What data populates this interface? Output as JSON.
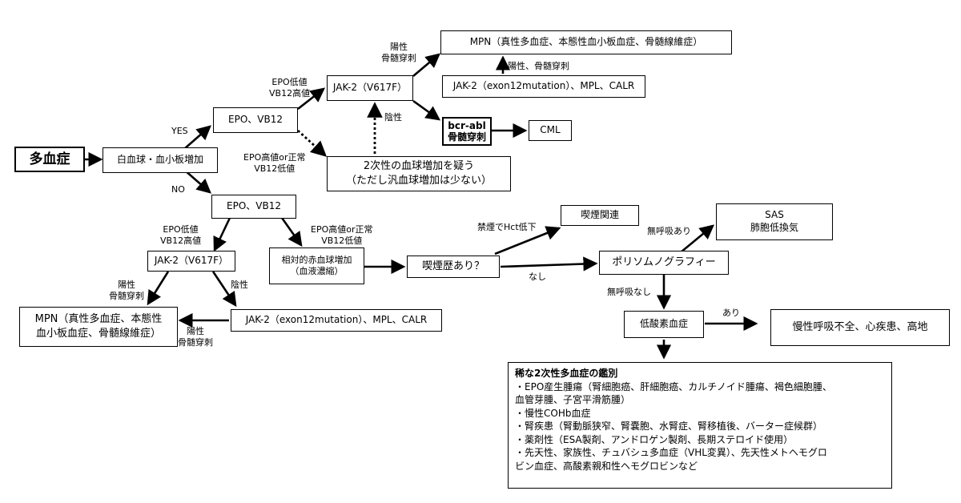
{
  "nodes": {
    "polycythemia": "多血症",
    "wbc_plt": "白血球・血小板増加",
    "epo_vb12_top": "EPO、VB12",
    "epo_vb12_bottom": "EPO、VB12",
    "jak2_top": "JAK-2（V617F）",
    "jak2_bottom": "JAK-2（V617F）",
    "mpn_top": "MPN（真性多血症、本態性血小板血症、骨髄線維症）",
    "jak2_exon_top": "JAK-2（exon12mutation）、MPL、CALR",
    "jak2_exon_bottom": "JAK-2（exon12mutation）、MPL、CALR",
    "bcr_abl_line1": "bcr-abl",
    "bcr_abl_line2": "骨髄穿刺",
    "cml": "CML",
    "secondary_line1": "2次性の血球増加を疑う",
    "secondary_line2": "（ただし汎血球増加は少ない）",
    "relative_line1": "相対的赤血球増加",
    "relative_line2": "（血液濃縮）",
    "mpn_bottom_line1": "MPN（真性多血症、本態性",
    "mpn_bottom_line2": "血小板血症、骨髄線維症）",
    "smoking_q": "喫煙歴あり？",
    "smoking_related": "喫煙関連",
    "psg": "ポリソムノグラフィー",
    "sas_line1": "SAS",
    "sas_line2": "肺胞低換気",
    "hypoxemia": "低酸素血症",
    "chronic": "慢性呼吸不全、心疾患、高地"
  },
  "edge_labels": {
    "yes": "YES",
    "no": "NO",
    "epo_low_top_1": "EPO低値",
    "epo_low_top_2": "VB12高値",
    "epo_high_top_1": "EPO高値or正常",
    "epo_high_top_2": "VB12低値",
    "pos_bm_top_1": "陽性",
    "pos_bm_top_2": "骨髄穿刺",
    "pos_bm_exon_top": "陽性、骨髄穿刺",
    "negative_top": "陰性",
    "epo_low_bot_1": "EPO低値",
    "epo_low_bot_2": "VB12高値",
    "epo_high_bot_1": "EPO高値or正常",
    "epo_high_bot_2": "VB12低値",
    "pos_bm_bot_1": "陽性",
    "pos_bm_bot_2": "骨髄穿刺",
    "negative_bot": "陰性",
    "pos_bm_exon_bot_1": "陽性",
    "pos_bm_exon_bot_2": "骨髄穿刺",
    "quit_smoking": "禁煙でHct低下",
    "none": "なし",
    "apnea_yes": "無呼吸あり",
    "apnea_no": "無呼吸なし",
    "present": "あり"
  },
  "rare": {
    "title": "稀な2次性多血症の鑑別",
    "lines": [
      "・EPO産生腫瘍（腎細胞癌、肝細胞癌、カルチノイド腫瘍、褐色細胞腫、",
      "血管芽腫、子宮平滑筋腫）",
      "・慢性COHb血症",
      "・腎疾患（腎動脈狭窄、腎嚢胞、水腎症、腎移植後、バーター症候群）",
      "・薬剤性（ESA製剤、アンドロゲン製剤、長期ステロイド使用）",
      "・先天性、家族性、チュバシュ多血症（VHL変異）、先天性メトヘモグロ",
      "ビン血症、高酸素親和性ヘモグロビンなど"
    ]
  }
}
